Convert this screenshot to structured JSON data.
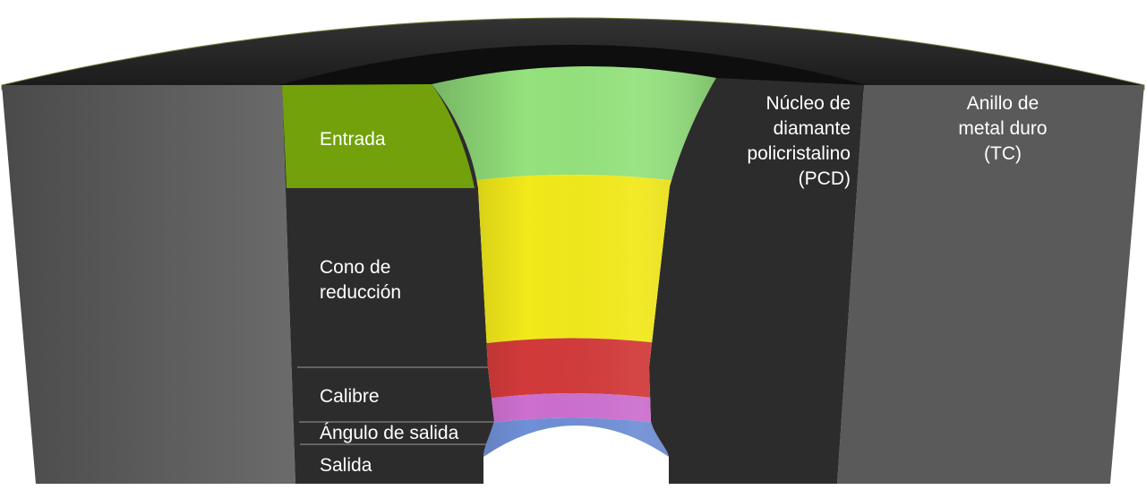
{
  "zones": [
    {
      "label": "Entrada",
      "color": "#72a10b"
    },
    {
      "label": "Cono de\nreducción"
    },
    {
      "label": "Calibre"
    },
    {
      "label": "Ángulo de salida"
    },
    {
      "label": "Salida"
    }
  ],
  "materials": {
    "core": {
      "label": "Núcleo de\ndiamante\npolicristalino\n(PCD)",
      "color": "#2c2c2c"
    },
    "ring": {
      "label": "Anillo de\nmetal duro\n(TC)",
      "color": "#5a5a5a"
    }
  },
  "bore_colors": {
    "entrada": "#94e27d",
    "cono": "#f2e91a",
    "calibre": "#d23a3a",
    "angulo": "#cc6fcf",
    "salida": "#6f8fd6"
  }
}
